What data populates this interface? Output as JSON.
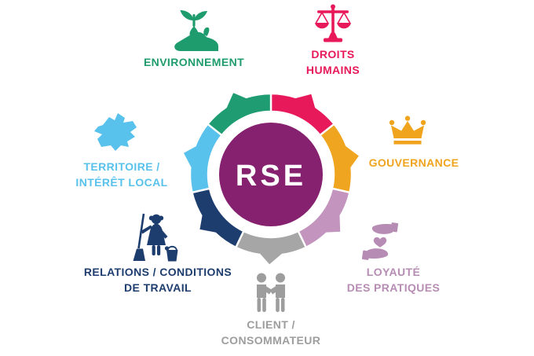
{
  "center": {
    "label": "RSE",
    "color": "#85216F",
    "text_color": "#FFFFFF"
  },
  "ring": {
    "segments": [
      {
        "id": "droits-humains",
        "color": "#E8195A"
      },
      {
        "id": "gouvernance",
        "color": "#EFA51F"
      },
      {
        "id": "loyaute-des-pratiques",
        "color": "#C294BE"
      },
      {
        "id": "client-consommateur",
        "color": "#A6A6A6"
      },
      {
        "id": "relations-conditions-de-travail",
        "color": "#1E3D6F"
      },
      {
        "id": "territoire-interet-local",
        "color": "#58C1EC"
      },
      {
        "id": "environnement",
        "color": "#209C72"
      }
    ]
  },
  "categories": [
    {
      "id": "environnement",
      "lines": [
        "ENVIRONNEMENT"
      ],
      "color": "#1F9C6E",
      "icon": "hand-plant-icon"
    },
    {
      "id": "droits-humains",
      "lines": [
        "DROITS",
        "HUMAINS"
      ],
      "color": "#E8195A",
      "icon": "justice-scales-icon"
    },
    {
      "id": "gouvernance",
      "lines": [
        "GOUVERNANCE"
      ],
      "color": "#F0A41E",
      "icon": "crown-icon"
    },
    {
      "id": "loyaute-des-pratiques",
      "lines": [
        "LOYAUTÉ",
        "DES PRATIQUES"
      ],
      "color": "#B78CB4",
      "icon": "hands-heart-icon"
    },
    {
      "id": "client-consommateur",
      "lines": [
        "CLIENT /",
        "CONSOMMATEUR"
      ],
      "color": "#9D9D9D",
      "icon": "handshake-icon"
    },
    {
      "id": "relations-conditions-de-travail",
      "lines": [
        "RELATIONS / CONDITIONS",
        "DE TRAVAIL"
      ],
      "color": "#1E3D6F",
      "icon": "cleaning-person-icon"
    },
    {
      "id": "territoire-interet-local",
      "lines": [
        "TERRITOIRE /",
        "INTÉRÊT LOCAL"
      ],
      "color": "#58C1EC",
      "icon": "map-icon"
    }
  ]
}
